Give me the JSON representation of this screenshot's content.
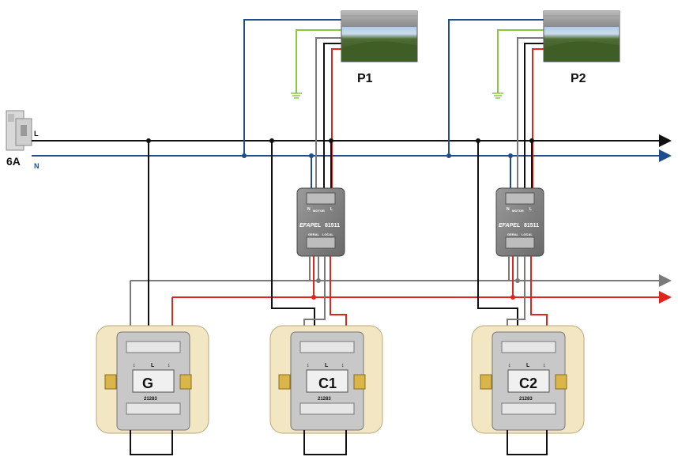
{
  "breaker": {
    "rating": "6A",
    "line_label": "L",
    "neutral_label": "N"
  },
  "motors": [
    {
      "label": "P1"
    },
    {
      "label": "P2"
    }
  ],
  "controllers": [
    {
      "brand": "EFAPEL",
      "model": "81511",
      "terminal_n": "N",
      "terminal_motor": "MOTOR",
      "terminal_l": "L",
      "input_geral": "GERAL",
      "input_local": "LOCAL"
    },
    {
      "brand": "EFAPEL",
      "model": "81511",
      "terminal_n": "N",
      "terminal_motor": "MOTOR",
      "terminal_l": "L",
      "input_geral": "GERAL",
      "input_local": "LOCAL"
    }
  ],
  "switches": [
    {
      "label": "G",
      "code": "21283",
      "top_left": "↕",
      "top_mid": "L",
      "top_right": "↕"
    },
    {
      "label": "C1",
      "code": "21283",
      "top_left": "↕",
      "top_mid": "L",
      "top_right": "↕"
    },
    {
      "label": "C2",
      "code": "21283",
      "top_left": "↕",
      "top_mid": "L",
      "top_right": "↕"
    }
  ],
  "colors": {
    "live": "#111111",
    "neutral": "#1f4e8c",
    "earth": "#8cc63f",
    "grey_wire": "#7a7a7a",
    "red_wire": "#e0261c",
    "plate": "#f3e6c2"
  }
}
